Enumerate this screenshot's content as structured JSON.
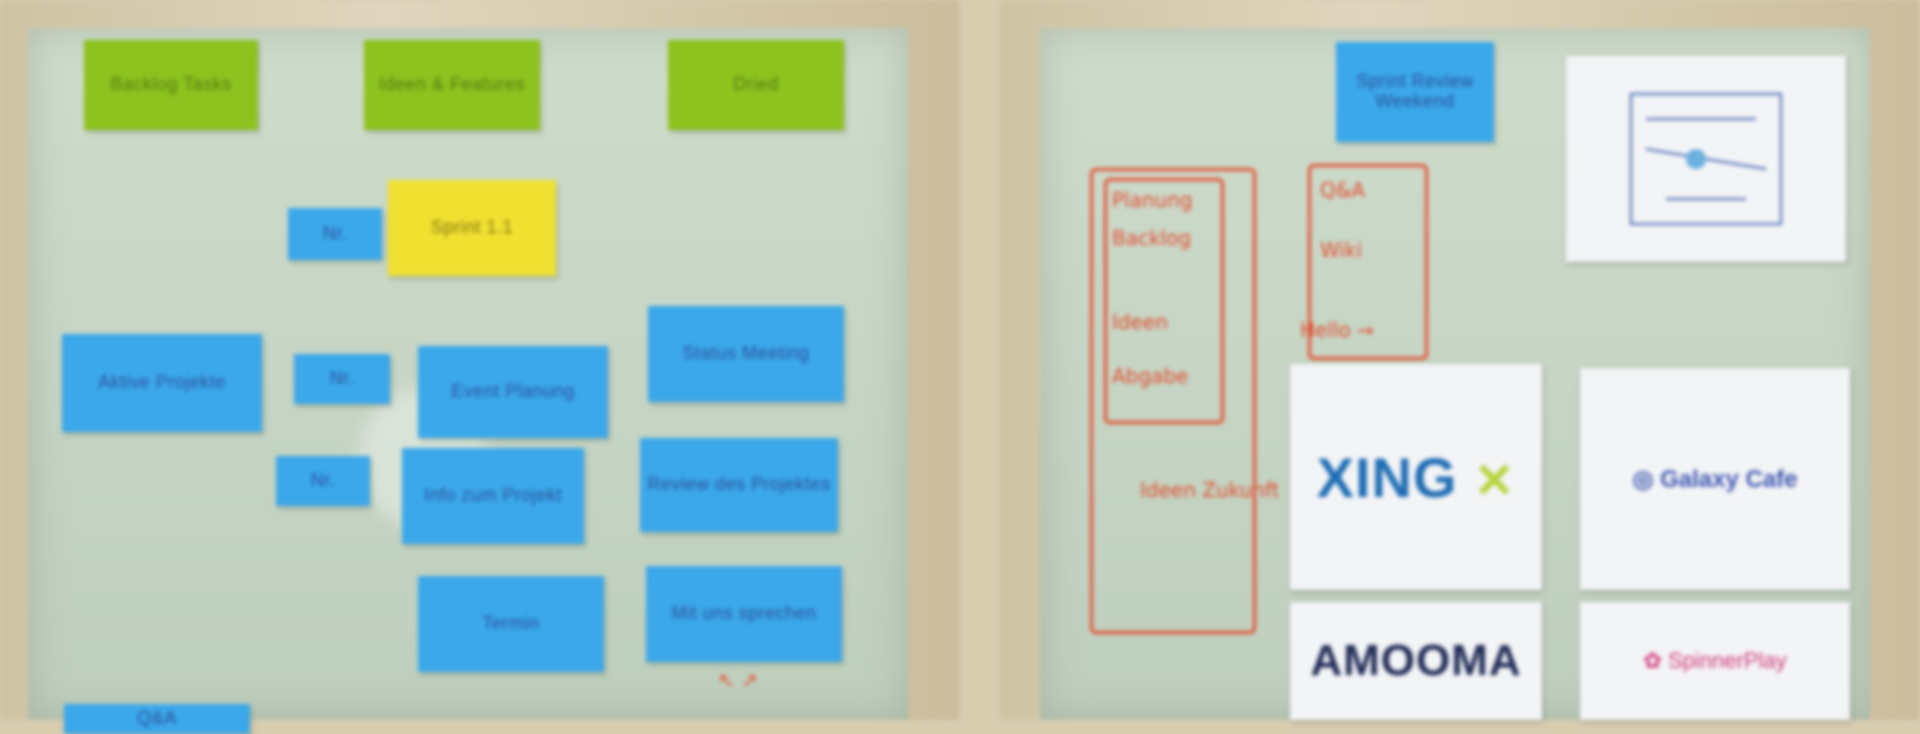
{
  "board_left": {
    "headers": [
      {
        "text": "Backlog Tasks"
      },
      {
        "text": "Ideen & Features"
      },
      {
        "text": "Dried"
      }
    ],
    "yellow_note": {
      "text": "Sprint 1.1"
    },
    "blue_notes": [
      {
        "text": "Aktive Projekte"
      },
      {
        "text": "Nr."
      },
      {
        "text": "Nr."
      },
      {
        "text": "Nr."
      },
      {
        "text": "Event Planung"
      },
      {
        "text": "Status Meeting"
      },
      {
        "text": "Info zum Projekt"
      },
      {
        "text": "Review des Projektes"
      },
      {
        "text": "Q&A"
      },
      {
        "text": "Termin"
      },
      {
        "text": "Mit uns sprechen"
      }
    ]
  },
  "board_right": {
    "blue_note": {
      "text": "Sprint Review Weekend"
    },
    "marker_lines": [
      "Planung",
      "Backlog",
      "Ideen",
      "Abgabe",
      "Ideen Zukunft",
      "Q&A",
      "Wiki",
      "Hello →"
    ],
    "sponsors": [
      {
        "name": "XING"
      },
      {
        "name": "Galaxy Cafe"
      },
      {
        "name": "AMOOMA"
      },
      {
        "name": "SpinnerPlay"
      }
    ]
  },
  "colors": {
    "green_note": "#8cc31e",
    "yellow_note": "#f0e030",
    "blue_note": "#3aa8ea",
    "marker": "#e24a2c"
  }
}
